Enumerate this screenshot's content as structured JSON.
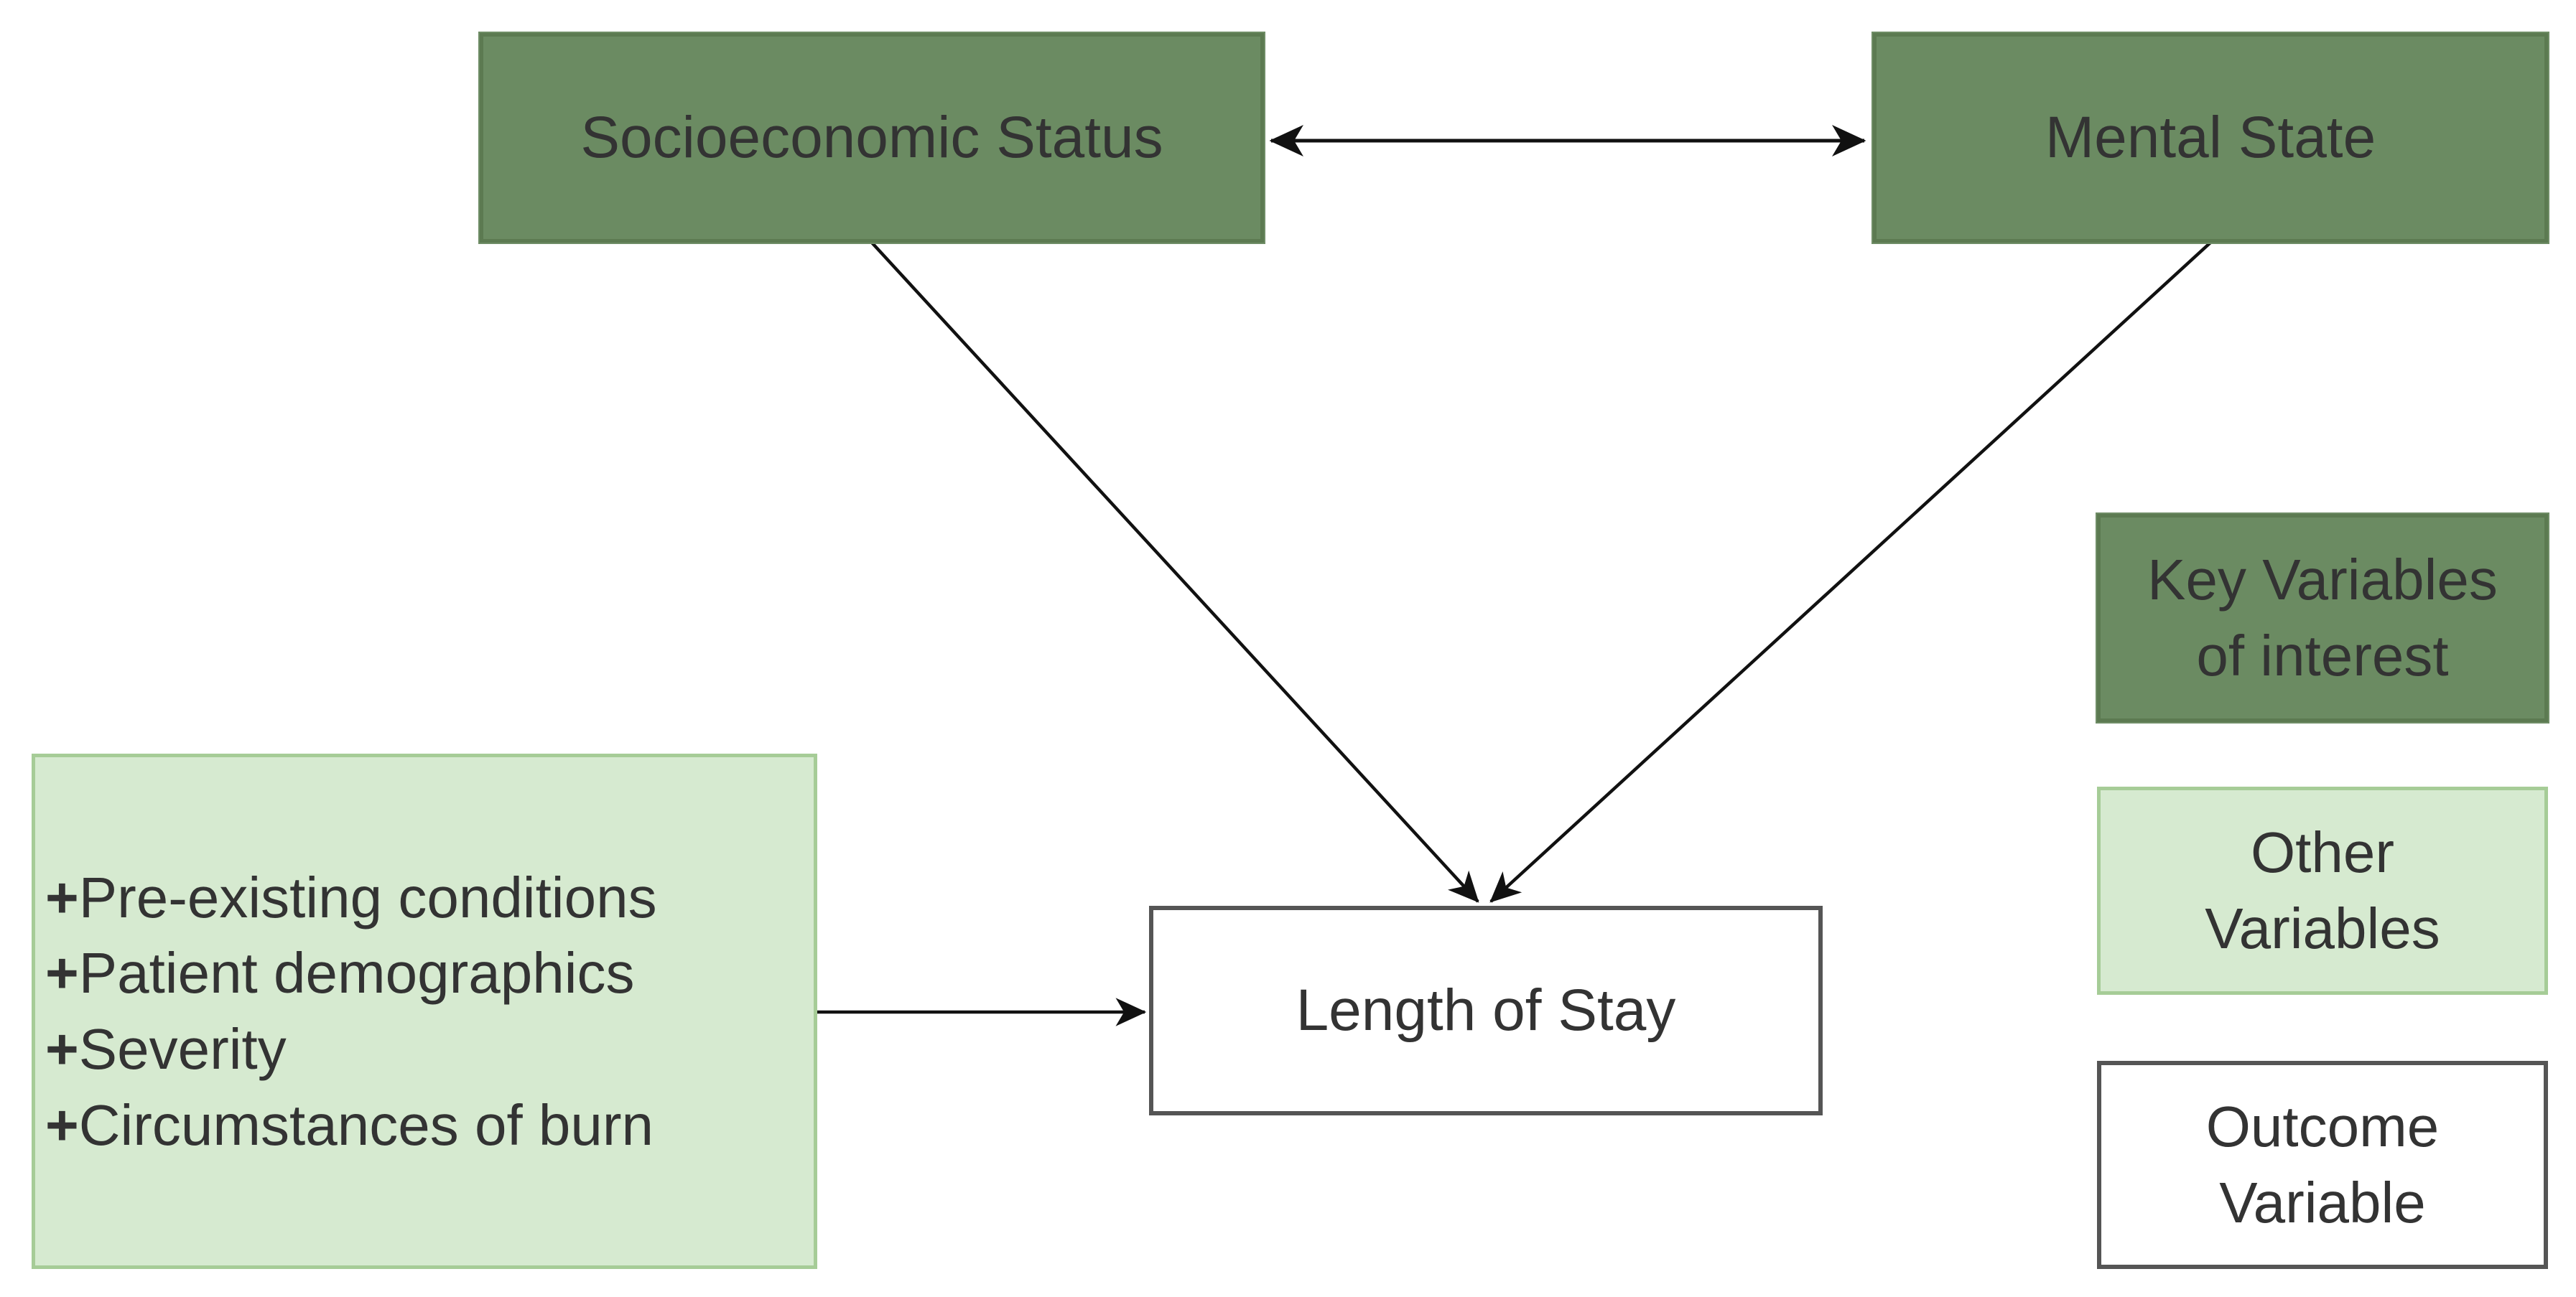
{
  "colors": {
    "key_fill": "#6b8b62",
    "other_fill": "#d6ead0",
    "outcome_fill": "#ffffff",
    "arrow": "#111111"
  },
  "nodes": {
    "socioeconomic": {
      "label": "Socioeconomic Status"
    },
    "mental_state": {
      "label": "Mental State"
    },
    "length_of_stay": {
      "label": "Length of Stay"
    },
    "other_factors": {
      "items": [
        {
          "marker": "+",
          "text": "Pre-existing conditions"
        },
        {
          "marker": "+",
          "text": "Patient demographics"
        },
        {
          "marker": "+",
          "text": "Severity"
        },
        {
          "marker": "+",
          "text": "Circumstances of burn"
        }
      ]
    }
  },
  "edges": [
    {
      "from": "Socioeconomic Status",
      "to": "Mental State",
      "direction": "both"
    },
    {
      "from": "Socioeconomic Status",
      "to": "Length of Stay",
      "direction": "forward"
    },
    {
      "from": "Mental State",
      "to": "Length of Stay",
      "direction": "forward"
    },
    {
      "from": "Other factors",
      "to": "Length of Stay",
      "direction": "forward"
    }
  ],
  "legend": {
    "key_variables": {
      "line1": "Key Variables",
      "line2": "of interest"
    },
    "other_variables": {
      "line1": "Other",
      "line2": "Variables"
    },
    "outcome_variable": {
      "line1": "Outcome",
      "line2": "Variable"
    }
  }
}
